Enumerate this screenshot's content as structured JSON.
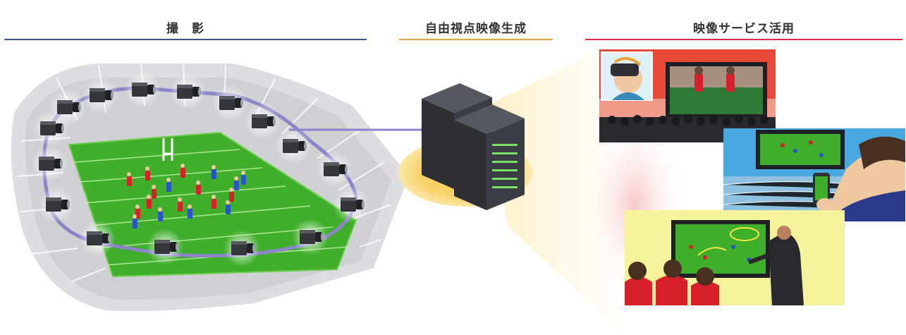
{
  "sections": [
    {
      "title": "撮　影",
      "color": "#3a56a8"
    },
    {
      "title": "自由視点映像生成",
      "color": "#e8a43a"
    },
    {
      "title": "映像サービス活用",
      "color": "#d8304a"
    }
  ],
  "colors": {
    "field_green": "#3fae2a",
    "camera_ring": "#8b85c8",
    "server_dark": "#3a3d44",
    "glow_yellow": "#f7d36a",
    "team_red": "#d8202a",
    "team_blue": "#2a55c8"
  },
  "icons": [
    "camera-icon",
    "server-icon",
    "vr-headset-icon",
    "smartphone-icon",
    "rugby-goalpost-icon"
  ]
}
